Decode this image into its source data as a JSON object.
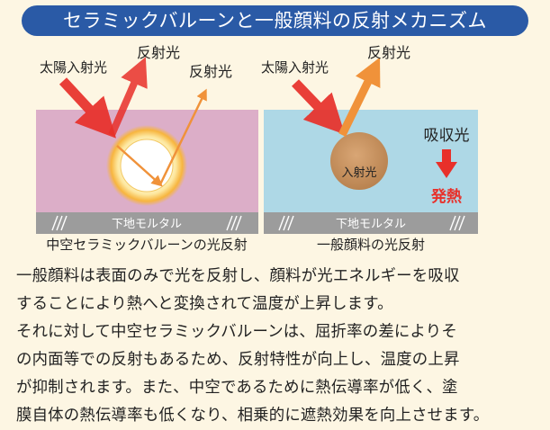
{
  "title": "セラミックバルーンと一般顔料の反射メカニズム",
  "left_panel": {
    "incident_label": "太陽入射光",
    "reflect_label_1": "反射光",
    "reflect_label_2": "反射光",
    "base_label": "下地モルタル",
    "caption": "中空セラミックバルーンの光反射"
  },
  "right_panel": {
    "incident_label": "太陽入射光",
    "reflect_label": "反射光",
    "absorbed_label": "吸収光",
    "particle_label": "入射光",
    "heat_label": "発熱",
    "base_label": "下地モルタル",
    "caption": "一般顔料の光反射"
  },
  "body_lines": [
    "一般顔料は表面のみで光を反射し、顔料が光エネルギーを吸収",
    "することにより熱へと変換されて温度が上昇します。",
    "それに対して中空セラミックバルーンは、屈折率の差によりそ",
    "の内面等での反射もあるため、反射特性が向上し、温度の上昇",
    "が抑制されます。また、中空であるために熱伝導率が低く、塗",
    "膜自体の熱伝導率も低くなり、相乗的に遮熱効果を向上させます。"
  ],
  "colors": {
    "banner": "#2a5aa6",
    "left_layer": "#dcaec8",
    "right_layer": "#aed8e6",
    "base": "#9c9c9c",
    "incident_ray": "#e8302a",
    "reflect_ray": "#f0923a",
    "heat": "#e8302a",
    "particle": "#c8915e"
  }
}
